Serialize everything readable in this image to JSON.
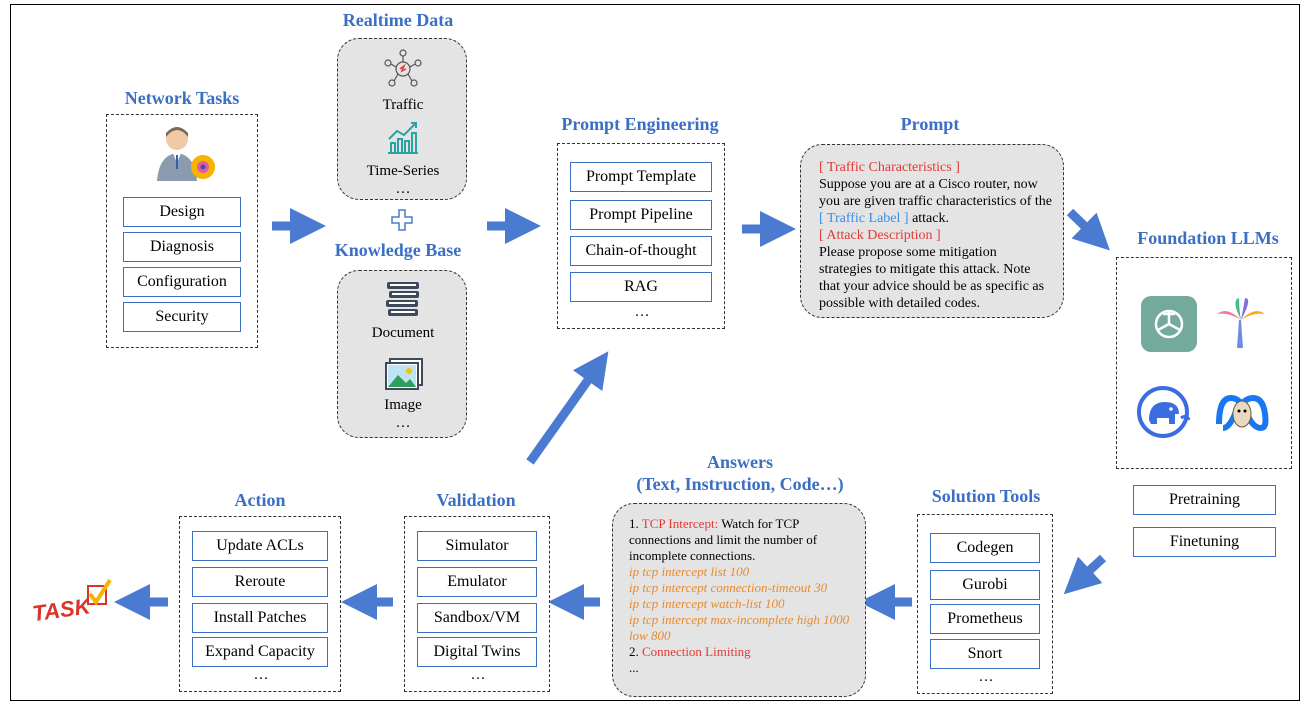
{
  "network_tasks": {
    "title": "Network Tasks",
    "items": [
      "Design",
      "Diagnosis",
      "Configuration",
      "Security"
    ]
  },
  "realtime_data": {
    "title": "Realtime Data",
    "items": [
      "Traffic",
      "Time-Series"
    ],
    "ellipsis": "…"
  },
  "plus_icon": "plus-icon",
  "knowledge_base": {
    "title": "Knowledge Base",
    "items": [
      "Document",
      "Image"
    ],
    "ellipsis": "…"
  },
  "prompt_engineering": {
    "title": "Prompt Engineering",
    "items": [
      "Prompt Template",
      "Prompt Pipeline",
      "Chain-of-thought",
      "RAG"
    ],
    "ellipsis": "…"
  },
  "prompt": {
    "title": "Prompt",
    "line1": "[ Traffic Characteristics ]",
    "line2": "Suppose you are at a Cisco router, now you are given traffic characteristics of the",
    "line2_label": "[ Traffic Label ]",
    "line2_end": "attack.",
    "line3": "[ Attack Description ]",
    "line4": "Please propose some mitigation strategies to mitigate this attack. Note that your advice should be as specific as possible with detailed codes."
  },
  "foundation_llms": {
    "title": "Foundation LLMs",
    "logos": [
      "openai-logo-icon",
      "palm-tree-logo-icon",
      "elephant-logo-icon",
      "llama-meta-logo-icon"
    ],
    "training": [
      "Pretraining",
      "Finetuning"
    ]
  },
  "solution_tools": {
    "title": "Solution Tools",
    "items": [
      "Codegen",
      "Gurobi",
      "Prometheus",
      "Snort"
    ],
    "ellipsis": "…"
  },
  "answers": {
    "title_line1": "Answers",
    "title_line2": "(Text, Instruction, Code…)",
    "item1_num": "1.",
    "item1_label": "TCP Intercept:",
    "item1_text": "Watch for TCP connections and limit the number of incomplete connections.",
    "code": [
      "ip tcp intercept list 100",
      "ip tcp intercept connection-timeout 30",
      "ip tcp intercept watch-list 100",
      "ip tcp intercept max-incomplete high 1000 low 800"
    ],
    "item2_num": "2.",
    "item2_label": "Connection Limiting",
    "ellipsis": "..."
  },
  "validation": {
    "title": "Validation",
    "items": [
      "Simulator",
      "Emulator",
      "Sandbox/VM",
      "Digital Twins"
    ],
    "ellipsis": "…"
  },
  "action": {
    "title": "Action",
    "items": [
      "Update ACLs",
      "Reroute",
      "Install Patches",
      "Expand Capacity"
    ],
    "ellipsis": "…"
  },
  "task_logo": "TASK",
  "colors": {
    "title_blue": "#3a6fc4",
    "arrow_blue": "#4a7bd0",
    "highlight_red": "#e53935",
    "code_orange": "#e88a2e"
  }
}
